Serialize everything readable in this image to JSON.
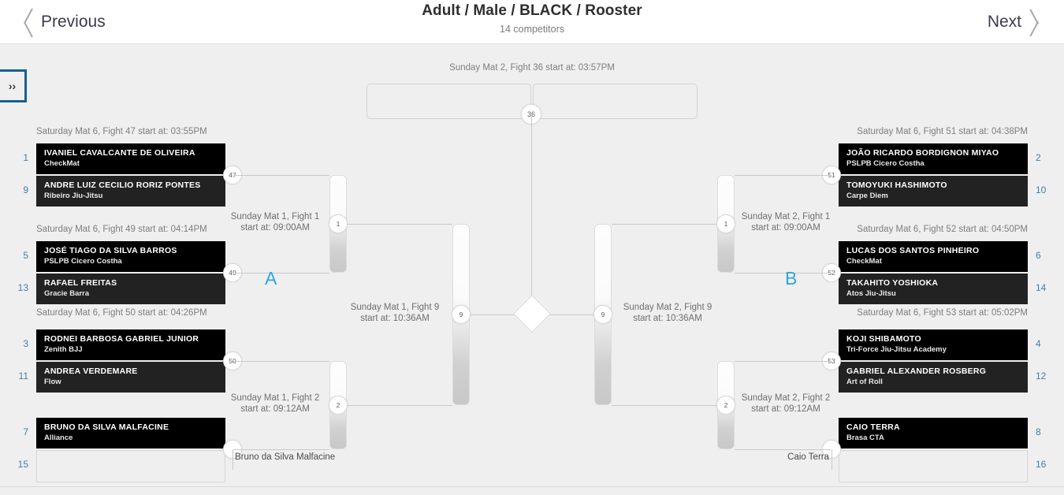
{
  "header": {
    "title": "Adult / Male / BLACK / Rooster",
    "subtitle": "14 competitors",
    "previous_label": "Previous",
    "next_label": "Next"
  },
  "expand_button": {
    "label": "››"
  },
  "colors": {
    "accent_blue": "#2ba6e0",
    "seed_blue": "#3f7fa5",
    "button_border": "#16618f",
    "card_top": "#000000",
    "card_bottom": "#222222",
    "background": "#efefef"
  },
  "final": {
    "header": "Sunday Mat 2, Fight 36 start at: 03:57PM",
    "node": "36"
  },
  "bracket_letters": {
    "left": "A",
    "right": "B"
  },
  "left": {
    "match_headers": [
      "Saturday Mat 6, Fight 47 start at: 03:55PM",
      "Saturday Mat 6, Fight 49 start at: 04:14PM",
      "Saturday Mat 6, Fight 50 start at: 04:26PM"
    ],
    "competitors": [
      {
        "seed": "1",
        "name": "IVANIEL CAVALCANTE DE OLIVEIRA",
        "team": "CheckMat"
      },
      {
        "seed": "9",
        "name": "ANDRE LUIZ CECILIO RORIZ PONTES",
        "team": "Ribeiro Jiu-Jitsu"
      },
      {
        "seed": "5",
        "name": "JOSÉ TIAGO DA SILVA BARROS",
        "team": "PSLPB Cicero Costha"
      },
      {
        "seed": "13",
        "name": "RAFAEL FREITAS",
        "team": "Gracie Barra"
      },
      {
        "seed": "3",
        "name": "RODNEI BARBOSA GABRIEL JUNIOR",
        "team": "Zenith BJJ"
      },
      {
        "seed": "11",
        "name": "ANDREA VERDEMARE",
        "team": "Flow"
      },
      {
        "seed": "7",
        "name": "BRUNO DA SILVA MALFACINE",
        "team": "Alliance"
      },
      {
        "seed": "15",
        "name": "",
        "team": ""
      }
    ],
    "r1_nodes": [
      "47",
      "49",
      "50",
      ""
    ],
    "r2_nodes": [
      "1",
      "2"
    ],
    "r3_node": "9",
    "round_labels": [
      "Sunday Mat 1, Fight 1\nstart at: 09:00AM",
      "Sunday Mat 1, Fight 2\nstart at: 09:12AM",
      "Sunday Mat 1, Fight 9\nstart at: 10:36AM"
    ],
    "bye_name": "Bruno da Silva Malfacine"
  },
  "right": {
    "match_headers": [
      "Saturday Mat 6, Fight 51 start at: 04:38PM",
      "Saturday Mat 6, Fight 52 start at: 04:50PM",
      "Saturday Mat 6, Fight 53 start at: 05:02PM"
    ],
    "competitors": [
      {
        "seed": "2",
        "name": "JOÃO RICARDO BORDIGNON MIYAO",
        "team": "PSLPB Cicero Costha"
      },
      {
        "seed": "10",
        "name": "TOMOYUKI HASHIMOTO",
        "team": "Carpe Diem"
      },
      {
        "seed": "6",
        "name": "LUCAS DOS SANTOS PINHEIRO",
        "team": "CheckMat"
      },
      {
        "seed": "14",
        "name": "TAKAHITO YOSHIOKA",
        "team": "Atos Jiu-Jitsu"
      },
      {
        "seed": "4",
        "name": "KOJI SHIBAMOTO",
        "team": "Tri-Force Jiu-Jitsu Academy"
      },
      {
        "seed": "12",
        "name": "GABRIEL ALEXANDER ROSBERG",
        "team": "Art of Roll"
      },
      {
        "seed": "8",
        "name": "CAIO TERRA",
        "team": "Brasa CTA"
      },
      {
        "seed": "16",
        "name": "",
        "team": ""
      }
    ],
    "r1_nodes": [
      "51",
      "52",
      "53",
      ""
    ],
    "r2_nodes": [
      "1",
      "2"
    ],
    "r3_node": "9",
    "round_labels": [
      "Sunday Mat 2, Fight 1\nstart at: 09:00AM",
      "Sunday Mat 2, Fight 2\nstart at: 09:12AM",
      "Sunday Mat 2, Fight 9\nstart at: 10:36AM"
    ],
    "bye_name": "Caio Terra"
  }
}
